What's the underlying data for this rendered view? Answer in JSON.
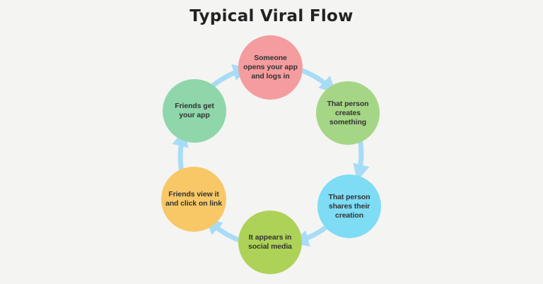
{
  "title": "Typical Viral Flow",
  "diagram": {
    "type": "cycle",
    "direction": "clockwise",
    "background_color": "#f4f4f3",
    "arrow_color": "#a8dcf6",
    "text_color": "#333333",
    "title_color": "#222222",
    "nodes": [
      {
        "id": "step-1",
        "label": "Someone opens your app and logs in",
        "label_lines": [
          "Someone",
          "opens your app",
          "and logs in"
        ],
        "color": "#f59c9e"
      },
      {
        "id": "step-2",
        "label": "That person creates something",
        "label_lines": [
          "That person",
          "creates",
          "something"
        ],
        "color": "#a5d685"
      },
      {
        "id": "step-3",
        "label": "That person shares their creation",
        "label_lines": [
          "That person",
          "shares their",
          "creation"
        ],
        "color": "#7edcf5"
      },
      {
        "id": "step-4",
        "label": "It appears in social media",
        "label_lines": [
          "It appears in",
          "social media"
        ],
        "color": "#aed257"
      },
      {
        "id": "step-5",
        "label": "Friends view it and click on link",
        "label_lines": [
          "Friends view it",
          "and click on link"
        ],
        "color": "#f8c867"
      },
      {
        "id": "step-6",
        "label": "Friends get your app",
        "label_lines": [
          "Friends get",
          "your app"
        ],
        "color": "#8fd7ab"
      }
    ]
  }
}
